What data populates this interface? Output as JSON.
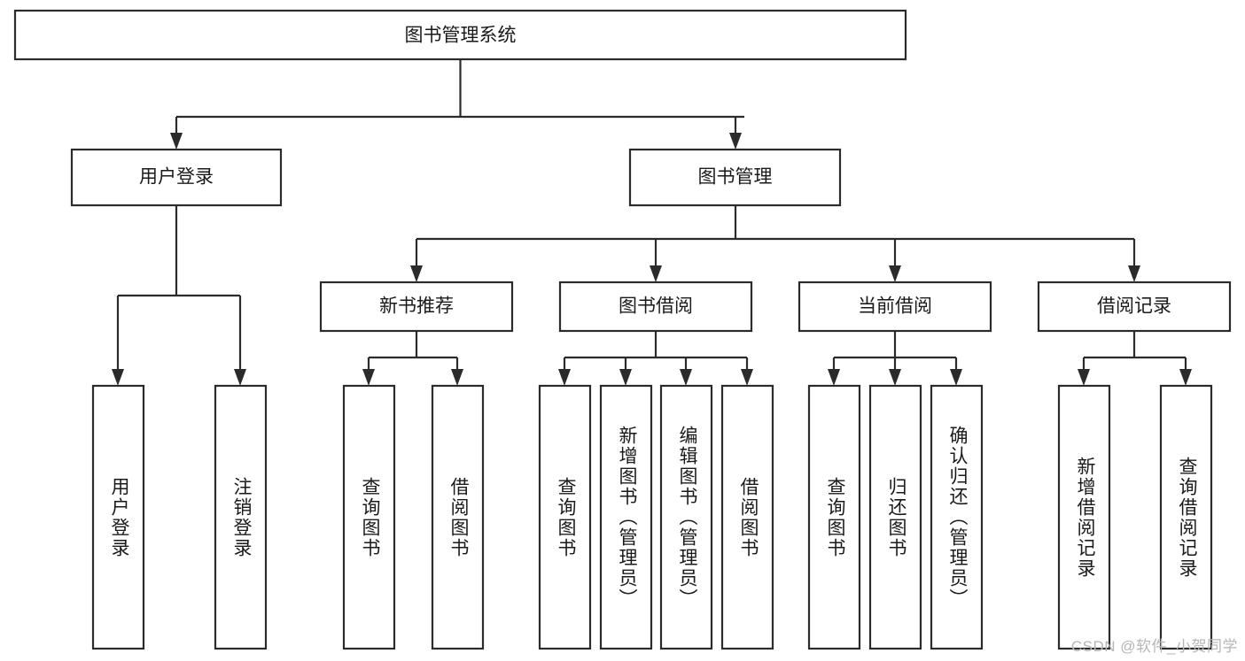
{
  "diagram": {
    "type": "tree-hierarchy",
    "title": "图书管理系统",
    "watermark": "CSDN @软件_小贺同学",
    "colors": {
      "background": "#ffffff",
      "stroke": "#2b2b2b",
      "box_fill": "#ffffff",
      "text": "#1a1a1a",
      "watermark": "#b6b6b6"
    },
    "levels": {
      "root": {
        "label": "图书管理系统",
        "orientation": "horizontal"
      },
      "level2": [
        {
          "label": "用户登录",
          "orientation": "horizontal"
        },
        {
          "label": "图书管理",
          "orientation": "horizontal"
        }
      ],
      "level3": [
        {
          "label": "新书推荐",
          "orientation": "horizontal",
          "parent": "图书管理"
        },
        {
          "label": "图书借阅",
          "orientation": "horizontal",
          "parent": "图书管理"
        },
        {
          "label": "当前借阅",
          "orientation": "horizontal",
          "parent": "图书管理"
        },
        {
          "label": "借阅记录",
          "orientation": "horizontal",
          "parent": "图书管理"
        }
      ],
      "leaves": [
        {
          "label": "用户登录",
          "parent": "用户登录",
          "orientation": "vertical"
        },
        {
          "label": "注销登录",
          "parent": "用户登录",
          "orientation": "vertical"
        },
        {
          "label": "查询图书",
          "parent": "新书推荐",
          "orientation": "vertical"
        },
        {
          "label": "借阅图书",
          "parent": "新书推荐",
          "orientation": "vertical"
        },
        {
          "label": "查询图书",
          "parent": "图书借阅",
          "orientation": "vertical"
        },
        {
          "label": "新增图书（管理员）",
          "parent": "图书借阅",
          "orientation": "vertical"
        },
        {
          "label": "编辑图书（管理员）",
          "parent": "图书借阅",
          "orientation": "vertical"
        },
        {
          "label": "借阅图书",
          "parent": "图书借阅",
          "orientation": "vertical"
        },
        {
          "label": "查询图书",
          "parent": "当前借阅",
          "orientation": "vertical"
        },
        {
          "label": "归还图书",
          "parent": "当前借阅",
          "orientation": "vertical"
        },
        {
          "label": "确认归还（管理员）",
          "parent": "当前借阅",
          "orientation": "vertical"
        },
        {
          "label": "新增借阅记录",
          "parent": "借阅记录",
          "orientation": "vertical"
        },
        {
          "label": "查询借阅记录",
          "parent": "借阅记录",
          "orientation": "vertical"
        }
      ]
    }
  }
}
